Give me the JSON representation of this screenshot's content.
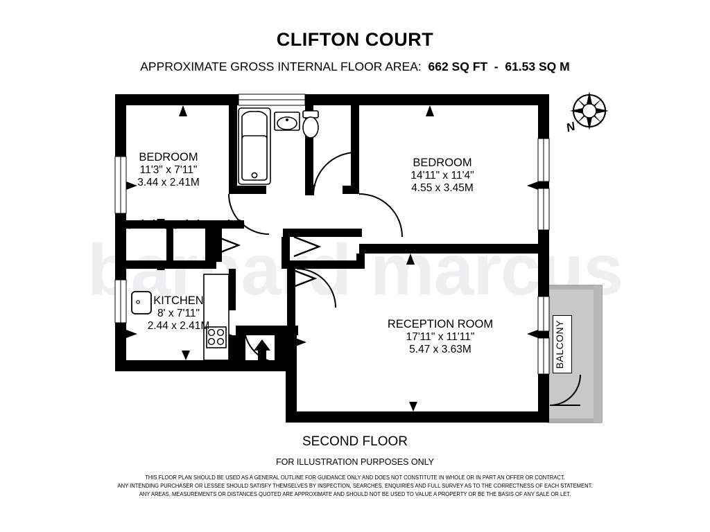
{
  "header": {
    "title": "CLIFTON COURT",
    "area_label": "APPROXIMATE GROSS INTERNAL FLOOR AREA:",
    "area_value": "662 SQ FT  -  61.53 SQ M"
  },
  "footer": {
    "floor_level": "SECOND FLOOR",
    "illustration_note": "FOR ILLUSTRATION PURPOSES ONLY",
    "disclaimer_line1": "THIS FLOOR PLAN SHOULD BE USED AS A GENERAL OUTLINE FOR GUIDANCE ONLY AND DOES NOT CONSTITUTE IN WHOLE OR IN PART AN OFFER OR CONTRACT.",
    "disclaimer_line2": "ANY INTENDING PURCHASER OR LESSEE SHOULD SATISFY THEMSELVES BY INSPECTION, SEARCHES, ENQUIRIES AND FULL SURVEY AS TO THE CORRECTNESS OF EACH STATEMENT.",
    "disclaimer_line3": "ANY AREAS, MEASUREMENTS OR DISTANCES QUOTED ARE APPROXIMATE AND SHOULD NOT BE USED TO VALUE A PROPERTY OR BE THE BASIS OF ANY SALE OR LET."
  },
  "watermark": {
    "text": "barnard marcus",
    "color": "#efeff2"
  },
  "compass": {
    "north_label": "N"
  },
  "rooms": [
    {
      "id": "bedroom1",
      "name": "BEDROOM",
      "dim_imperial": "11'3\" x 7'11\"",
      "dim_metric": "3.44 x 2.41M"
    },
    {
      "id": "bedroom2",
      "name": "BEDROOM",
      "dim_imperial": "14'11\" x 11'4\"",
      "dim_metric": "4.55 x 3.45M"
    },
    {
      "id": "kitchen",
      "name": "KITCHEN",
      "dim_imperial": "8' x 7'11\"",
      "dim_metric": "2.44 x 2.41M"
    },
    {
      "id": "reception",
      "name": "RECEPTION ROOM",
      "dim_imperial": "17'11\" x 11'11\"",
      "dim_metric": "5.47 x 3.63M"
    }
  ],
  "balcony": {
    "label": "BALCONY",
    "fill_color": "#c8c8c8"
  },
  "style": {
    "wall_color": "#000000",
    "fixture_stroke": "#000000",
    "background": "#ffffff"
  }
}
